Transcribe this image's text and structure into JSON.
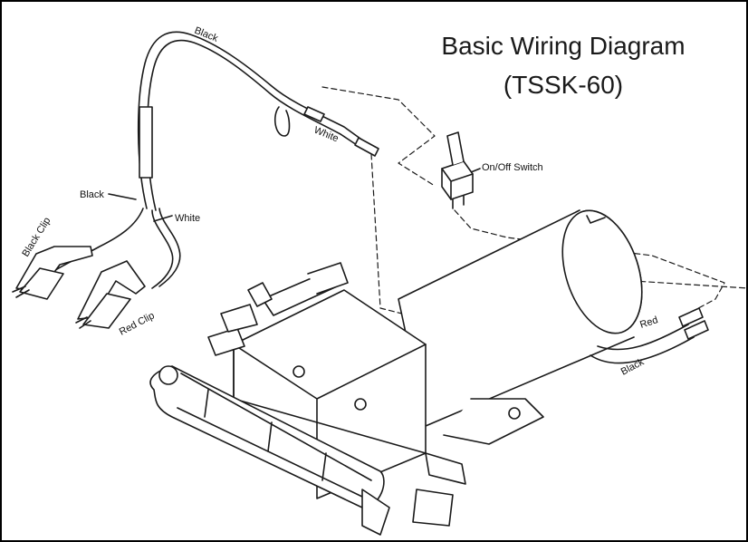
{
  "title": {
    "line1": "Basic Wiring Diagram",
    "line2": "(TSSK-60)"
  },
  "labels": {
    "black_top": "Black",
    "white_top": "White",
    "switch": "On/Off Switch",
    "black_left": "Black",
    "white_left": "White",
    "black_clip": "Black Clip",
    "red_clip": "Red Clip",
    "red_right": "Red",
    "black_right": "Black"
  },
  "colors": {
    "frame": "#000000",
    "line": "#1a1a1a",
    "background": "#ffffff"
  }
}
